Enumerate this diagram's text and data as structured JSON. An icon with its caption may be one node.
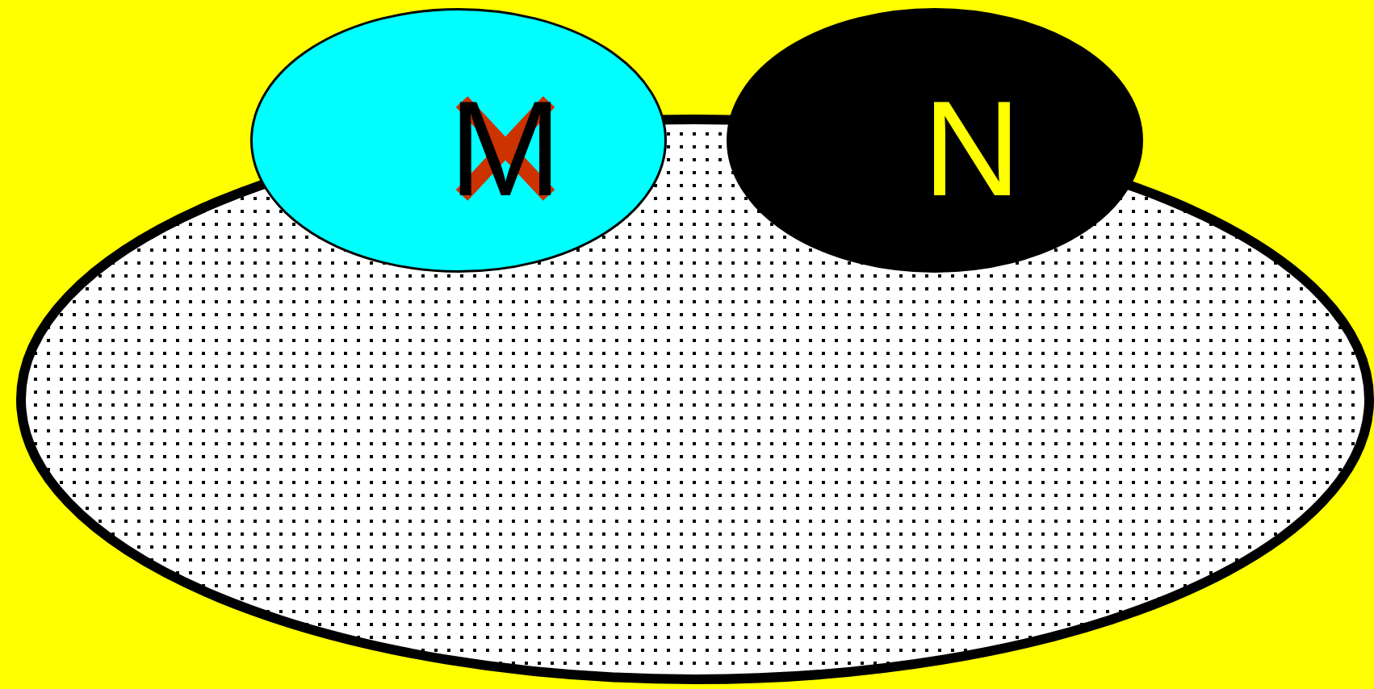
{
  "diagram": {
    "nodes": [
      {
        "text": [
          "M"
        ]
      },
      {
        "text": [
          "N"
        ]
      },
      {
        "text": [],
        "shape": "ellipse"
      }
    ]
  }
}
